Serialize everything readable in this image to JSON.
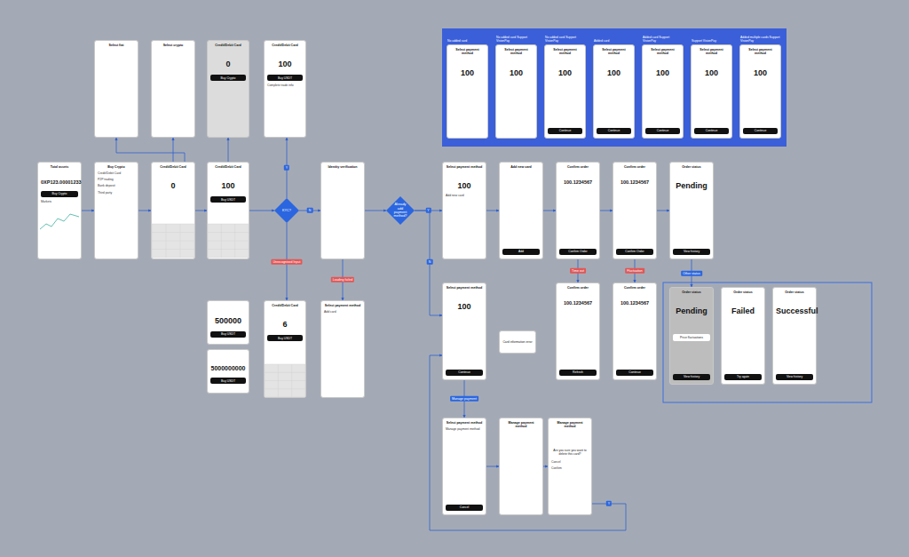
{
  "diagram": {
    "nodes": [
      {
        "text": [
          "Select fiat"
        ]
      },
      {
        "text": [
          "Select crypto"
        ]
      },
      {
        "text": [
          "Credit/Debit Card",
          "0",
          "Buy Crypto"
        ]
      },
      {
        "text": [
          "Credit/Debit Card",
          "100",
          "Buy USDT",
          "Complete trade info"
        ]
      },
      {
        "text": [
          "Total assets",
          "0XP123.00001233",
          "Buy Crypto",
          "Markets"
        ]
      },
      {
        "text": [
          "Buy Crypto",
          "Credit/Debit Card",
          "P2P trading",
          "Bank deposit",
          "Third party"
        ]
      },
      {
        "text": [
          "Credit/Debit Card",
          "0"
        ]
      },
      {
        "text": [
          "Credit/Debit Card",
          "100",
          "Buy USDT"
        ]
      },
      {
        "text": [
          "KYC?"
        ]
      },
      {
        "text": [
          "Identity verification"
        ]
      },
      {
        "text": [
          "Already add payment method?"
        ]
      },
      {
        "text": [
          "Select payment method",
          "100",
          "Add new card"
        ]
      },
      {
        "text": [
          "Add new card",
          "Add"
        ]
      },
      {
        "text": [
          "Confirm order",
          "100.1234567",
          "Confirm Order"
        ]
      },
      {
        "text": [
          "Confirm order",
          "100.1234567",
          "Confirm Order"
        ]
      },
      {
        "text": [
          "Order status",
          "Pending",
          "View history"
        ]
      },
      {
        "text": [
          "No added card",
          "Select payment method",
          "100"
        ]
      },
      {
        "text": [
          "No added card Support VisionPay",
          "Select payment method",
          "100"
        ]
      },
      {
        "text": [
          "No added card Support VisionPay",
          "Select payment method",
          "100",
          "Continue"
        ]
      },
      {
        "text": [
          "Added card",
          "Select payment method",
          "100",
          "Continue"
        ]
      },
      {
        "text": [
          "Added card Support VisionPay",
          "Select payment method",
          "100",
          "Continue"
        ]
      },
      {
        "text": [
          "Support VisionPay",
          "Select payment method",
          "100",
          "Continue"
        ]
      },
      {
        "text": [
          "Added multiple cards Support VisionPay",
          "Select payment method",
          "100",
          "Continue"
        ]
      },
      {
        "text": [
          "500000",
          "Buy USDT"
        ]
      },
      {
        "text": [
          "5000000000",
          "Buy USDT"
        ]
      },
      {
        "text": [
          "Credit/Debit Card",
          "6",
          "Buy USDT"
        ]
      },
      {
        "text": [
          "Select payment method",
          "Add card"
        ]
      },
      {
        "text": [
          "Select payment method",
          "100",
          "Continue"
        ]
      },
      {
        "text": [
          "Card information error"
        ]
      },
      {
        "text": [
          "Select payment method",
          "Manage payment method",
          "Cancel"
        ]
      },
      {
        "text": [
          "Manage payment method"
        ]
      },
      {
        "text": [
          "Manage payment method",
          "Are you sure you want to delete this card?",
          "Cancel",
          "Confirm"
        ]
      },
      {
        "text": [
          "Confirm order",
          "100.1234567",
          "Refresh"
        ]
      },
      {
        "text": [
          "Confirm order",
          "100.1234567",
          "Continue"
        ]
      },
      {
        "text": [
          "Order status",
          "Pending",
          "Price fluctuations",
          "View history"
        ]
      },
      {
        "text": [
          "Order status",
          "Failed",
          "Try again"
        ]
      },
      {
        "text": [
          "Order status",
          "Successful",
          "View history"
        ]
      }
    ],
    "edges": [
      {
        "from": 4,
        "to": 5,
        "arrow": "to"
      },
      {
        "from": 5,
        "to": 6,
        "arrow": "to"
      },
      {
        "from": 6,
        "to": 7,
        "arrow": "to"
      },
      {
        "from": 7,
        "to": 8,
        "arrow": "to"
      },
      {
        "from": 8,
        "to": 9,
        "label": "N",
        "arrow": "to"
      },
      {
        "from": 8,
        "to": 3,
        "label": "Y",
        "arrow": "to"
      },
      {
        "from": 9,
        "to": 10,
        "arrow": "to"
      },
      {
        "from": 10,
        "to": 11,
        "label": "Y",
        "arrow": "to"
      },
      {
        "from": 10,
        "to": 27,
        "label": "N",
        "arrow": "to"
      },
      {
        "from": 11,
        "to": 12,
        "arrow": "to"
      },
      {
        "from": 12,
        "to": 13,
        "arrow": "to"
      },
      {
        "from": 13,
        "to": 14,
        "arrow": "to"
      },
      {
        "from": 14,
        "to": 15,
        "arrow": "to"
      },
      {
        "from": 6,
        "to": 0,
        "arrow": "to"
      },
      {
        "from": 6,
        "to": 1,
        "arrow": "to"
      },
      {
        "from": 7,
        "to": 2,
        "arrow": "to"
      },
      {
        "from": 8,
        "to": 25,
        "label": "Unrecognised Input",
        "arrow": "to"
      },
      {
        "from": 9,
        "to": 26,
        "label": "Loading failed",
        "arrow": "to"
      },
      {
        "from": 27,
        "to": 29,
        "label": "Manage payment",
        "arrow": "to"
      },
      {
        "from": 29,
        "to": 30,
        "arrow": "to"
      },
      {
        "from": 30,
        "to": 31,
        "arrow": "to"
      },
      {
        "from": 31,
        "to": 27,
        "label": "Y",
        "arrow": "to"
      },
      {
        "from": 13,
        "to": 32,
        "label": "Time out",
        "arrow": "to"
      },
      {
        "from": 14,
        "to": 33,
        "label": "Fluctuation",
        "arrow": "to"
      },
      {
        "from": 15,
        "to": 34,
        "label": "Other status",
        "arrow": "to"
      }
    ]
  }
}
